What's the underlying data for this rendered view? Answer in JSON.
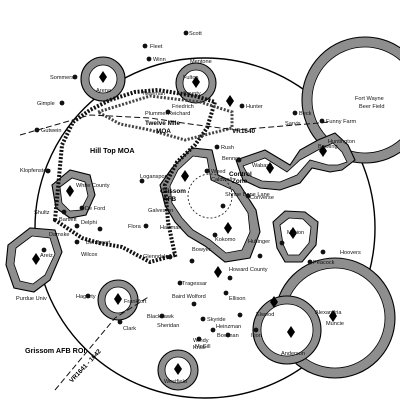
{
  "labels": {
    "scott": "Scott",
    "fleet": "Fleet",
    "winn": "Winn",
    "mentone": "Mentone",
    "sommers": "Sommers",
    "arena": "Arena",
    "fulton": "Fulton",
    "county": "County",
    "fort_wayne": "Fort Wayne",
    "beer_field": "Beer Field",
    "funny_farm": "Funny Farm",
    "gimple": "Gimple",
    "newman": "Newman",
    "friedrich": "Friedrich",
    "plummer": "Plummer",
    "reichard": "Reichard",
    "hunter": "Hunter",
    "beck": "Beck",
    "sarvis": "Sarvis",
    "gutwein": "Gutwein",
    "twelve_mile_moa": "Twelve Mile",
    "twelve_mile_moa2": "MOA",
    "vr1640": "VR1640",
    "huntington": "Huntington",
    "bowling": "Bowling",
    "hill_top_moa": "Hill Top MOA",
    "rush": "Rush",
    "benner": "Benner",
    "klopfenstein": "Klopfenstein",
    "white_county": "White County",
    "logansport": "Logansport",
    "weed": "Weed",
    "control_zone": "Control",
    "control_zone2": "Zone",
    "wabash": "Wabash",
    "grissom_afb": "Grissom",
    "grissom_afb2": "AFB",
    "caldwell": "Caldwell",
    "shrine_bone_lane": "Shrine Bone Lane",
    "galveston": "Galveston",
    "shultz": "Shultz",
    "de_ford": "De Ford",
    "bartlett": "Bartlett",
    "delphi": "Delphi",
    "flora": "Flora",
    "hartman": "Hartman",
    "converse": "Converse",
    "marion": "Marion",
    "damske": "Damske",
    "bernheart": "Bernheart",
    "areiz": "Areiz",
    "wilcox": "Wilcox",
    "glenndale": "Glenndale",
    "bowyer": "Bowyer",
    "kokomo": "Kokomo",
    "hullinger": "Hullinger",
    "hoovers": "Hoovers",
    "purdue_univ": "Purdue Univ",
    "howard_county": "Howard County",
    "peacock": "Peacock",
    "tragessar": "Tragessar",
    "hagerty": "Hagerty",
    "baird_wolford": "Baird Wolford",
    "ellison": "Ellison",
    "frankfort": "Frankfort",
    "elwood": "Elwood",
    "blackhawk": "Blackhawk",
    "skyride": "Skyride",
    "heinzman": "Heinzman",
    "alexandria": "Alexandria",
    "clark": "Clark",
    "sheridan": "Sheridan",
    "bowman": "Bowman",
    "muncie": "Muncie",
    "grissom_roi": "Grissom AFB ROI",
    "mcgill": "McGill",
    "irion": "Irion",
    "windy_knoll": "Windy",
    "windy_knoll2": "Knoll",
    "anderson": "Anderson",
    "vr1641_1642": "VR1641 - 1642",
    "westfield": "Westfield"
  }
}
